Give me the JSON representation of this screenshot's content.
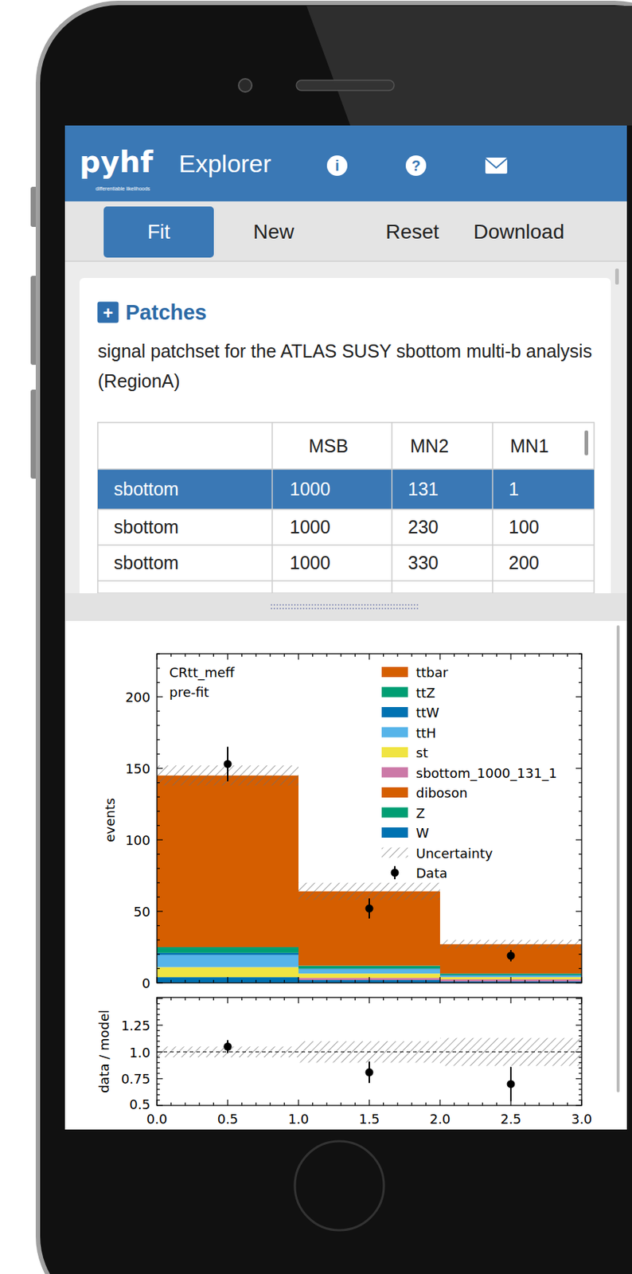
{
  "diagram": {
    "nodes": [
      {
        "text": [
          "pyhf",
          "Explorer"
        ]
      },
      {
        "text": [
          "Fit"
        ]
      },
      {
        "text": [
          "New"
        ]
      },
      {
        "text": [
          "Reset"
        ]
      },
      {
        "text": [
          "Download"
        ]
      },
      {
        "text": [
          "Patches",
          "signal patchset for the ATLAS SUSY sbottom multi-b analysis (RegionA)"
        ]
      },
      {
        "text": [
          "CRtt_meff",
          "pre-fit"
        ]
      }
    ],
    "labels": [
      "differentiable likelihoods",
      "i",
      "?",
      "+",
      "MSB",
      "MN2",
      "MN1",
      "sbottom",
      "1000",
      "131",
      "1",
      "sbottom",
      "1000",
      "230",
      "100",
      "sbottom",
      "1000",
      "330",
      "200",
      "0",
      "50",
      "100",
      "150",
      "200",
      "events",
      "0.5",
      "0.75",
      "1.0",
      "1.25",
      "data / model",
      "0.0",
      "0.5",
      "1.0",
      "1.5",
      "2.0",
      "2.5",
      "3.0"
    ],
    "legend": [
      {
        "text": "ttbar",
        "color": "#d55e00"
      },
      {
        "text": "ttZ",
        "color": "#009e73"
      },
      {
        "text": "ttW",
        "color": "#0072b2"
      },
      {
        "text": "ttH",
        "color": "#56b4e9"
      },
      {
        "text": "st",
        "color": "#f0e442"
      },
      {
        "text": "sbottom_1000_131_1",
        "color": "#cc79a7"
      },
      {
        "text": "diboson",
        "color": "#d55e00"
      },
      {
        "text": "Z",
        "color": "#009e73"
      },
      {
        "text": "W",
        "color": "#0072b2"
      },
      {
        "text": "Uncertainty"
      },
      {
        "text": "Data"
      }
    ]
  }
}
